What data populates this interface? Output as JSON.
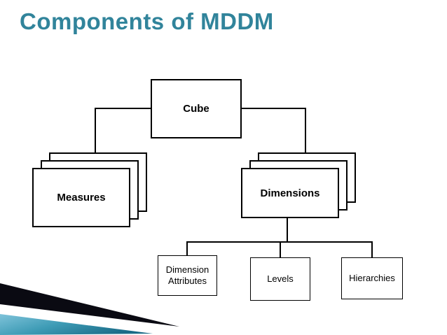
{
  "slide": {
    "title": "Components of MDDM"
  },
  "diagram": {
    "cube_label": "Cube",
    "measures_label": "Measures",
    "dimensions_label": "Dimensions",
    "children": [
      {
        "label": "Dimension Attributes"
      },
      {
        "label": "Levels"
      },
      {
        "label": "Hierarchies"
      }
    ]
  },
  "colors": {
    "title": "#31849B",
    "box_border": "#000000",
    "connector": "#000000",
    "decoration_teal": "#3D9BB5",
    "decoration_black": "#0A0A12"
  }
}
